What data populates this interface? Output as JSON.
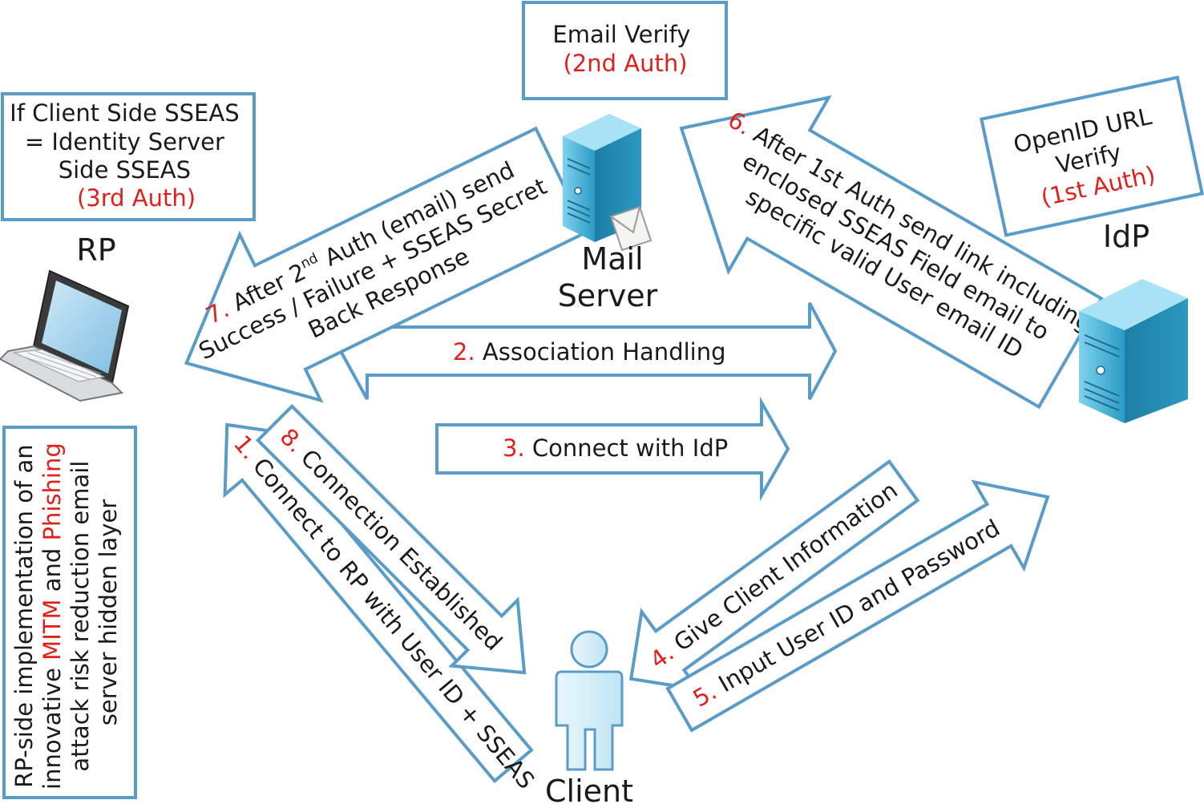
{
  "boxes": {
    "email_verify": {
      "line1": "Email Verify",
      "line2": "(2nd Auth)"
    },
    "client_side": {
      "line1": "If Client Side SSEAS",
      "line2": "= Identity Server",
      "line3": "Side SSEAS",
      "line4": "(3rd Auth)"
    },
    "openid": {
      "line1": "OpenID URL",
      "line2": "Verify",
      "line3": "(1st Auth)"
    },
    "rp_side": {
      "line1": "RP-side implementation of an",
      "line2_a": "innovative ",
      "line2_b": "MITM",
      "line2_c": " and ",
      "line2_d": "Phishing",
      "line3": "attack risk reduction email",
      "line4": "server hidden layer"
    }
  },
  "nodes": {
    "rp": "RP",
    "idp": "IdP",
    "mail_line1": "Mail",
    "mail_line2": "Server",
    "client": "Client"
  },
  "steps": {
    "s1": {
      "num": "1.",
      "text": " Connect to RP with User ID + SSEAS"
    },
    "s2": {
      "num": "2.",
      "text": " Association Handling"
    },
    "s3": {
      "num": "3.",
      "text": " Connect with IdP"
    },
    "s4": {
      "num": "4.",
      "text": " Give Client Information"
    },
    "s5": {
      "num": "5.",
      "text": " Input User ID and Password"
    },
    "s6": {
      "num": "6.",
      "line1": " After 1st Auth send link including",
      "line2": "enclosed SSEAS Field email to",
      "line3": "specific valid User email ID"
    },
    "s7": {
      "num": "7.",
      "line1_a": " After 2",
      "line1_sup": "nd",
      "line1_b": " Auth (email) send",
      "line2": "Success / Failure + SSEAS Secret",
      "line3": "Back Response"
    },
    "s8": {
      "num": "8.",
      "text": " Connection Established"
    }
  },
  "icons": [
    "laptop-icon",
    "mail-server-icon",
    "envelope-icon",
    "idp-server-icon",
    "client-person-icon"
  ],
  "colors": {
    "accent": "#5a9cc8",
    "highlight": "#e0201c",
    "server": "#3bb2d6"
  }
}
